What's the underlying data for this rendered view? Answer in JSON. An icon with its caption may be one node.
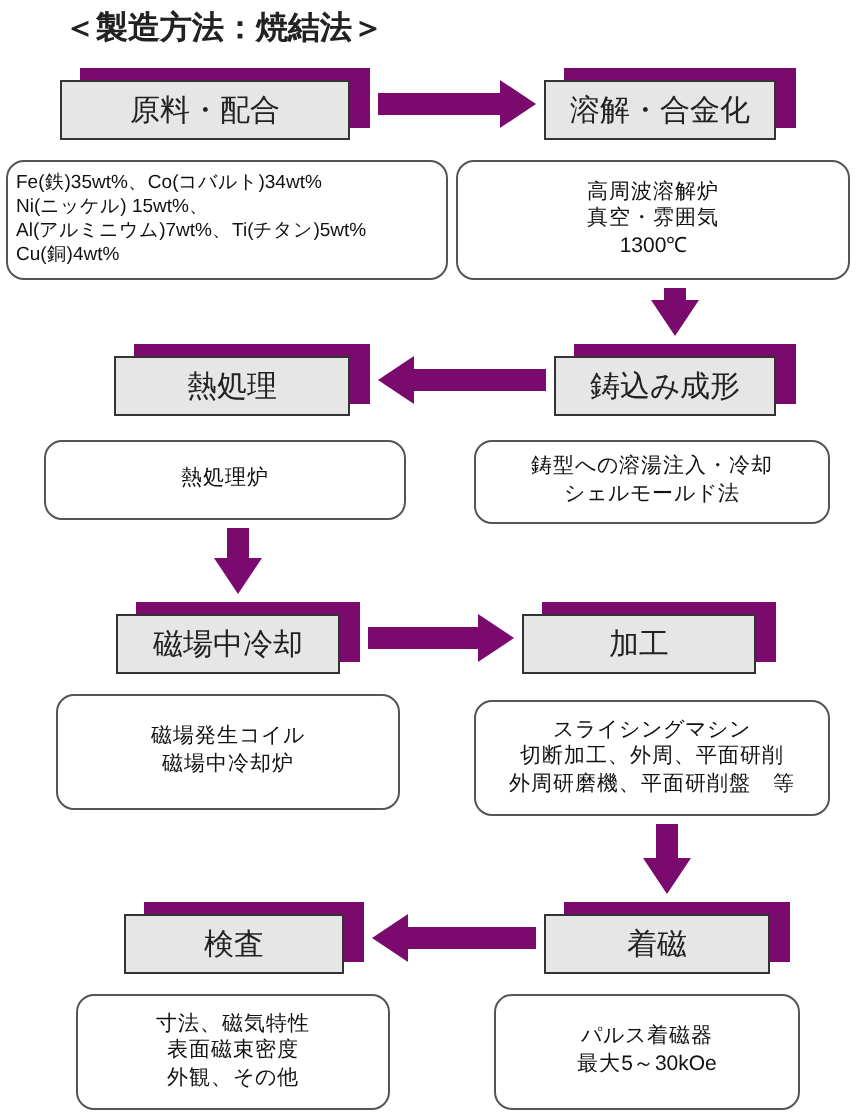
{
  "diagram": {
    "title": "＜製造方法：焼結法＞",
    "nodes": [
      {
        "text": [
          "原料・配合"
        ]
      },
      {
        "text": [
          "溶解・合金化"
        ]
      },
      {
        "text": [
          "Fe(鉄)35wt%、Co(コバルト)34wt%",
          "Ni(ニッケル) 15wt%、",
          "Al(アルミニウム)7wt%、Ti(チタン)5wt%",
          "Cu(銅)4wt%"
        ]
      },
      {
        "text": [
          "高周波溶解炉",
          "真空・雰囲気",
          "1300℃"
        ]
      },
      {
        "text": [
          "熱処理"
        ]
      },
      {
        "text": [
          "鋳込み成形"
        ]
      },
      {
        "text": [
          "熱処理炉"
        ]
      },
      {
        "text": [
          "鋳型への溶湯注入・冷却",
          "シェルモールド法"
        ]
      },
      {
        "text": [
          "磁場中冷却"
        ]
      },
      {
        "text": [
          "加工"
        ]
      },
      {
        "text": [
          "磁場発生コイル",
          "磁場中冷却炉"
        ]
      },
      {
        "text": [
          "スライシングマシン",
          "切断加工、外周、平面研削",
          "外周研磨機、平面研削盤　等"
        ]
      },
      {
        "text": [
          "検査"
        ]
      },
      {
        "text": [
          "着磁"
        ]
      },
      {
        "text": [
          "寸法、磁気特性",
          "表面磁束密度",
          "外観、その他"
        ]
      },
      {
        "text": [
          "パルス着磁器",
          "最大5～30kOe"
        ]
      }
    ],
    "edges": [
      {
        "from": 0,
        "to": 1,
        "arrow": "to"
      },
      {
        "from": 3,
        "to": 5,
        "arrow": "to"
      },
      {
        "from": 5,
        "to": 4,
        "arrow": "to"
      },
      {
        "from": 6,
        "to": 8,
        "arrow": "to"
      },
      {
        "from": 8,
        "to": 9,
        "arrow": "to"
      },
      {
        "from": 11,
        "to": 13,
        "arrow": "to"
      },
      {
        "from": 13,
        "to": 12,
        "arrow": "to"
      }
    ]
  }
}
